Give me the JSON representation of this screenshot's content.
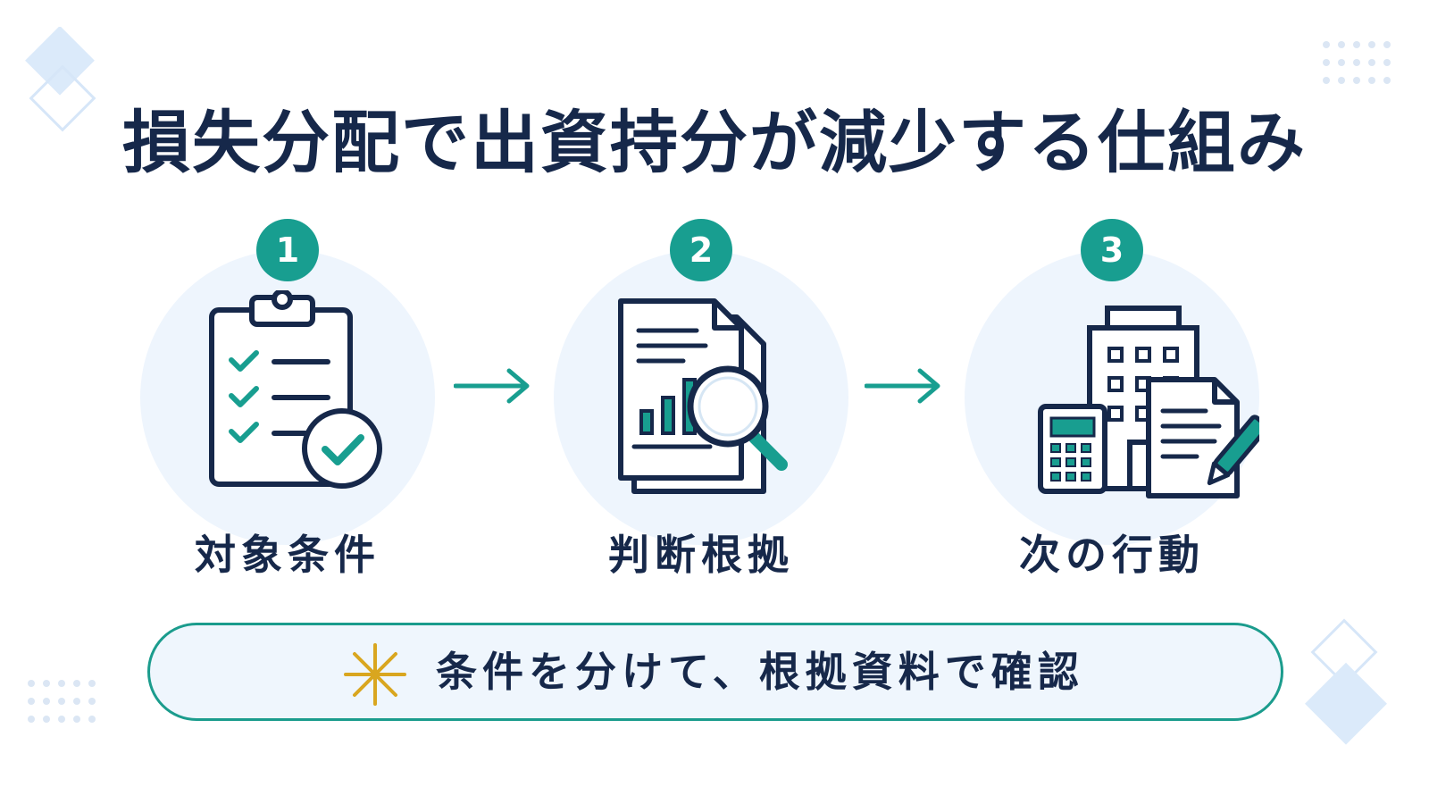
{
  "title": "損失分配で出資持分が減少する仕組み",
  "steps": [
    {
      "number": "1",
      "label": "対象条件",
      "icon": "checklist-clipboard-icon"
    },
    {
      "number": "2",
      "label": "判断根拠",
      "icon": "document-analysis-icon"
    },
    {
      "number": "3",
      "label": "次の行動",
      "icon": "office-calculator-document-icon"
    }
  ],
  "note": {
    "text": "条件を分けて、根拠資料で確認",
    "icon": "sparkle-icon"
  },
  "colors": {
    "navy": "#16284a",
    "teal": "#189e90",
    "halo": "#eef5fd",
    "gold": "#d9a61f"
  }
}
